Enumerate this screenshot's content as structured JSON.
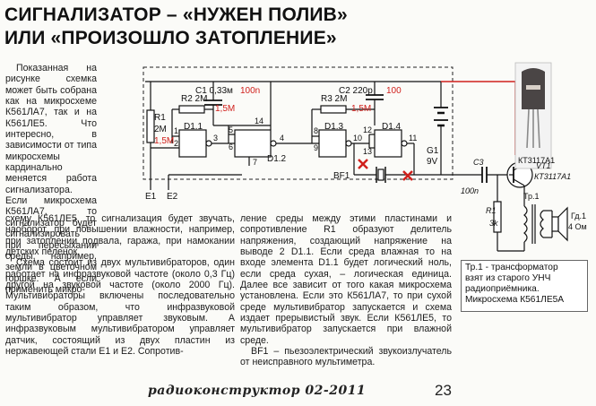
{
  "header": {
    "title_line1": "СИГНАЛИЗАТОР – «НУЖЕН ПОЛИВ»",
    "title_line2": "ИЛИ «ПРОИЗОШЛО ЗАТОПЛЕНИЕ»"
  },
  "article": {
    "intro": "Показанная на рисунке схемка может быть собрана как на микросхеме К561ЛА7, так и на К561ЛЕ5. Что интересно, в зависимости от типа микросхемы кардинально меняется работа сигнализатора. Если микросхема К561ЛА7, то сигнализатор будет сигнализировать при пересыхании среды, например, земли в цветочном горшке. А если применить микро-",
    "left_p1": "схему К561ЛЕ5, то сигнализация будет звучать, наоборот, при повышении влажности, например, при затоплении подвала, гаража, при намокании детских пеленок.",
    "left_p2": "Схема состоит из двух мультивибраторов, один работает на инфразвуковой частоте (около 0,3 Гц) другой на звуковой частоте (около 2000 Гц). Мультивибраторы включены последовательно таким образом, что инфразвуковой мультивибратор управляет звуковым. А инфразвуковым мультивибратором управляет датчик, состоящий из двух пластин из нержавеющей стали Е1 и Е2. Сопротив-",
    "right_p1": "ление среды между этими пластинами и сопротивление R1 образуют делитель напряжения, создающий напряжение на выводе 2 D1.1. Если среда влажная то на входе элемента D1.1 будет логический ноль, если среда сухая, – логическая единица. Далее все зависит от того какая микросхема установлена. Если это К561ЛА7, то при сухой среде мультивибратор запускается и схема издает прерывистый звук. Если К561ЛЕ5, то мультивибратор запускается при влажной среде.",
    "right_p2": "BF1 – пьезоэлектрический звукоизлучатель от неисправного мультиметра."
  },
  "schematic": {
    "labels": {
      "r1": "R1",
      "r1_val": "2M",
      "r1_alt": "1,5M",
      "r2": "R2 2M",
      "r2_alt": "1,5M",
      "c1": "C1 0,33м",
      "c1_alt": "100n",
      "d11": "D1.1",
      "d12": "D1.2",
      "d13": "D1.3",
      "d14": "D1.4",
      "r3": "R3 2M",
      "r3_alt": "1,5M",
      "c2": "C2 220p",
      "c2_alt": "100",
      "g1": "G1",
      "g1_val": "9V",
      "bf1": "BF1",
      "e1": "E1",
      "e2": "E2",
      "c3": "C3",
      "c3_val": "100n",
      "vt1": "VT1",
      "vt1_type": "КТ3117А1",
      "r4": "R1",
      "r4_val": "3k",
      "tr1": "Тр.1",
      "gd1": "Гд.1",
      "gd1_val": "4 Ом",
      "photo_label": "КТ3117А1",
      "pins": {
        "p1": "1",
        "p2": "2",
        "p3": "3",
        "p4": "4",
        "p5": "5",
        "p6": "6",
        "p7": "7",
        "p8": "8",
        "p9": "9",
        "p10": "10",
        "p11": "11",
        "p12": "12",
        "p13": "13",
        "p14": "14"
      }
    }
  },
  "note": {
    "line1": "Тр.1 - трансформатор",
    "line2": "взят из старого УНЧ",
    "line3": "радиоприёмника.",
    "line4": "Микросхема К561ЛЕ5А"
  },
  "footer": {
    "magazine": "радиоконструктор 02-2011",
    "page_number": "23"
  }
}
